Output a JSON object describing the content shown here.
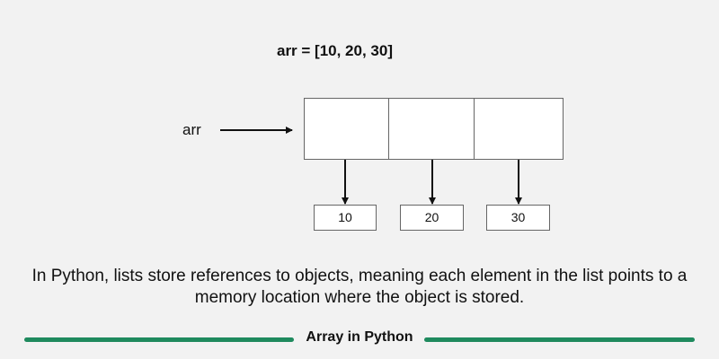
{
  "code_line": "arr =  [10, 20, 30]",
  "pointer_label": "arr",
  "values": [
    "10",
    "20",
    "30"
  ],
  "description": "In Python, lists store references to objects, meaning each element in the list points to a memory location where the object is stored.",
  "footer_title": "Array in Python",
  "colors": {
    "accent": "#1f8a5e",
    "background": "#f2f2f2"
  }
}
